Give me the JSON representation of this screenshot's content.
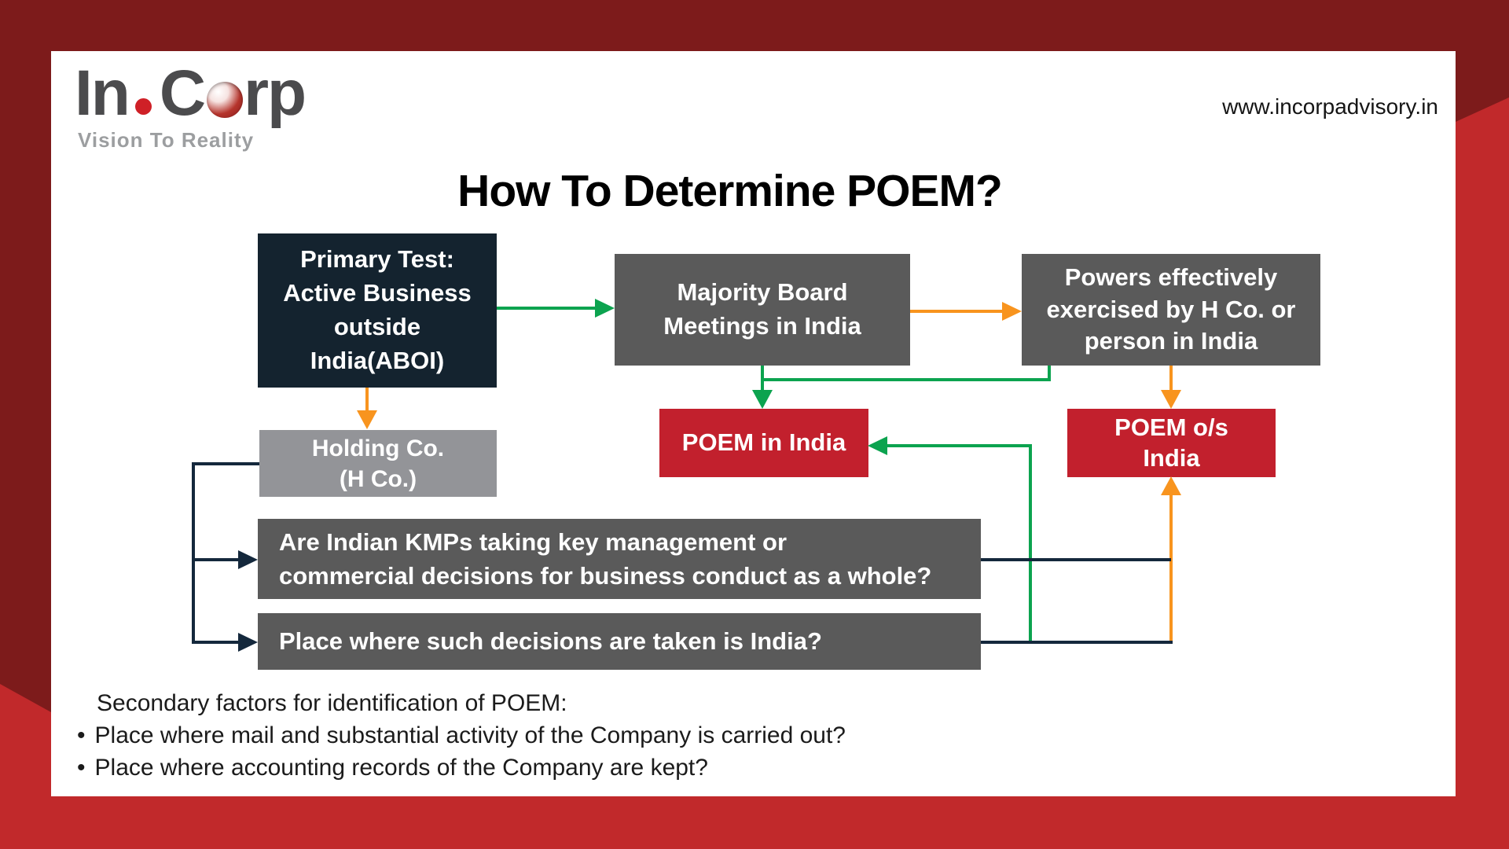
{
  "header": {
    "logo_in": "In",
    "logo_c": "C",
    "logo_rp": "rp",
    "tagline": "Vision To Reality",
    "website": "www.incorpadvisory.in"
  },
  "title": "How To Determine POEM?",
  "flowchart": {
    "primary_test": "Primary Test:\nActive Business\noutside\nIndia(ABOI)",
    "majority_board": "Majority Board\nMeetings in India",
    "powers": "Powers effectively\nexercised by H Co. or\nperson in India",
    "holding": "Holding Co.\n(H Co.)",
    "poem_in_india": "POEM in India",
    "poem_outside_india": "POEM o/s\nIndia",
    "kmp_question": "Are Indian KMPs taking key management or\ncommercial decisions for business conduct as a whole?",
    "place_question": "Place where such decisions are taken is India?"
  },
  "secondary": {
    "heading": "Secondary factors for identification of POEM:",
    "bullets": [
      "Place where mail and substantial activity of the Company is carried out?",
      "Place where accounting records of the Company are kept?"
    ]
  },
  "colors": {
    "frame_dark": "#7d1b1b",
    "frame_bright": "#c1292b",
    "navy_box": "#14232f",
    "gray_box": "#5a5a5a",
    "light_gray_box": "#939498",
    "red_box": "#c2202d",
    "arrow_green": "#0ca34f",
    "arrow_orange": "#f8941e",
    "arrow_navy": "#14283c"
  }
}
